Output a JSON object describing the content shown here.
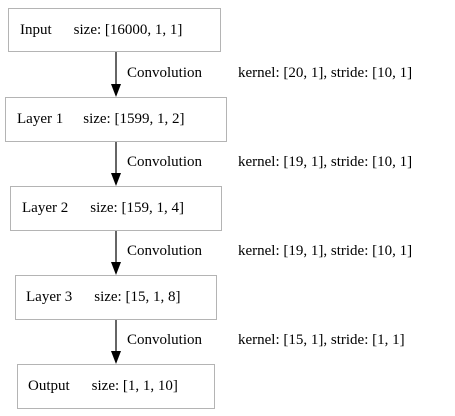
{
  "nodes": [
    {
      "name": "Input",
      "size_label": "size: [16000, 1, 1]"
    },
    {
      "name": "Layer 1",
      "size_label": "size: [1599, 1, 2]"
    },
    {
      "name": "Layer 2",
      "size_label": "size: [159, 1, 4]"
    },
    {
      "name": "Layer 3",
      "size_label": "size: [15, 1, 8]"
    },
    {
      "name": "Output",
      "size_label": "size: [1, 1, 10]"
    }
  ],
  "edges": [
    {
      "operation": "Convolution",
      "params": "kernel: [20, 1], stride: [10, 1]"
    },
    {
      "operation": "Convolution",
      "params": "kernel: [19, 1], stride: [10, 1]"
    },
    {
      "operation": "Convolution",
      "params": "kernel: [19, 1], stride: [10, 1]"
    },
    {
      "operation": "Convolution",
      "params": "kernel: [15, 1], stride: [1, 1]"
    }
  ],
  "colors": {
    "node_border": "#b4b4b4",
    "arrow": "#000000",
    "text": "#000000"
  }
}
